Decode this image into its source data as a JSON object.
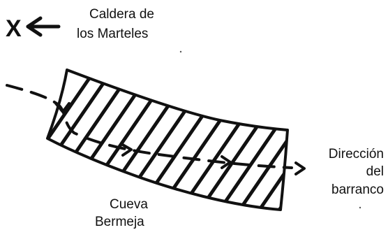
{
  "labels": {
    "x_marker": "X",
    "caldera_line1": "Caldera de",
    "caldera_line2": "los Marteles",
    "cueva_line1": "Cueva",
    "cueva_line2": "Bermeja",
    "direccion_line1": "Dirección",
    "direccion_line2": "del",
    "direccion_line3": "barranco"
  },
  "colors": {
    "ink": "#111111",
    "background": "#ffffff"
  }
}
